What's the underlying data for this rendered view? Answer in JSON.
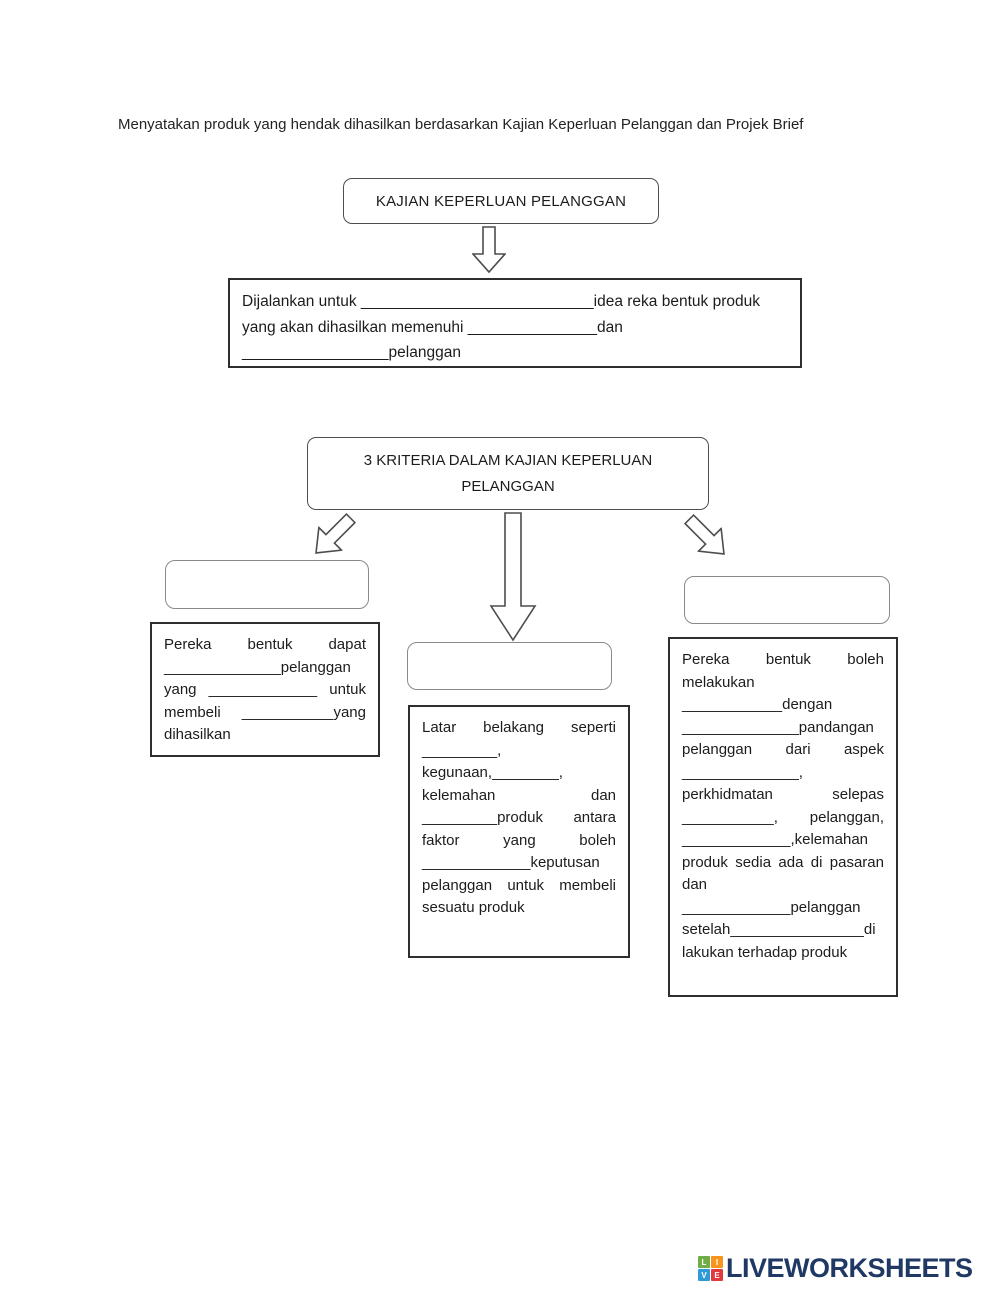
{
  "page": {
    "instruction": "Menyatakan produk yang hendak dihasilkan berdasarkan Kajian Keperluan Pelanggan dan Projek Brief"
  },
  "diagram": {
    "root_box": "KAJIAN KEPERLUAN PELANGGAN",
    "purpose_box": "Dijalankan untuk ___________________________idea reka bentuk produk\nyang akan dihasilkan memenuhi _______________dan\n_________________pelanggan",
    "criteria_box": "3 KRITERIA DALAM KAJIAN KEPERLUAN PELANGGAN",
    "branches": {
      "left": {
        "answer": "",
        "note": "Pereka bentuk dapat ______________pelanggan yang _____________ untuk membeli ___________yang dihasilkan"
      },
      "center": {
        "answer": "",
        "note": "Latar belakang seperti _________, kegunaan,________, kelemahan dan _________produk antara faktor yang boleh _____________keputusan pelanggan untuk membeli sesuatu produk"
      },
      "right": {
        "answer": "",
        "note": "Pereka bentuk boleh melakukan ____________dengan ______________pandangan pelanggan dari aspek ______________, perkhidmatan selepas ___________, pelanggan, _____________,kelemahan produk sedia ada di pasaran dan _____________pelanggan setelah________________di lakukan terhadap produk"
      }
    }
  },
  "footer": {
    "brand": "LIVEWORKSHEETS",
    "logo_letters": [
      "L",
      "I",
      "V",
      "E"
    ],
    "logo_colors": [
      "#70ad47",
      "#f7941e",
      "#2e9bd6",
      "#e03a3e"
    ],
    "brand_color": "#1f3864"
  }
}
